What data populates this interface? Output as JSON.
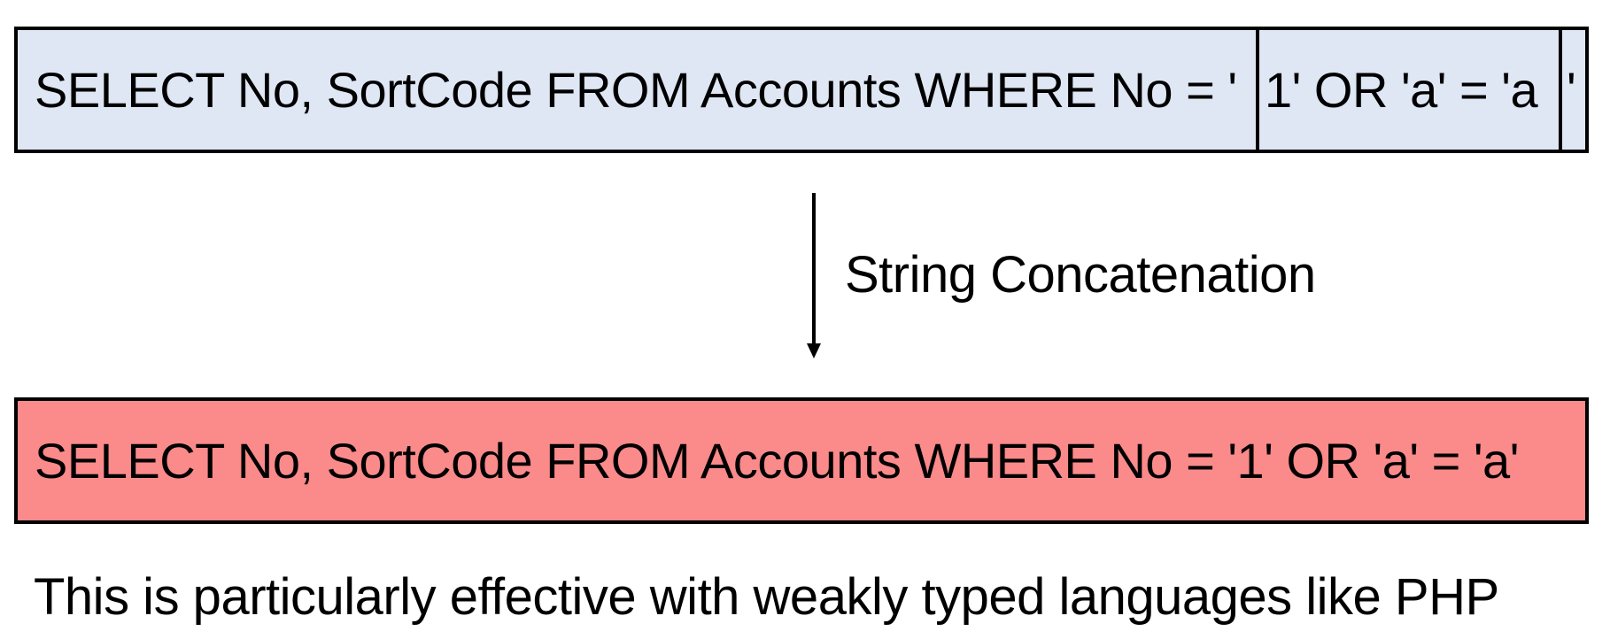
{
  "top_query": {
    "segments": [
      "SELECT No, SortCode FROM Accounts WHERE No = '",
      "1' OR 'a' = 'a",
      "'"
    ],
    "background_color": "#dfe6f4"
  },
  "arrow": {
    "label": "String Concatenation",
    "icon": "down-arrow-icon"
  },
  "result_query": {
    "text": "SELECT No, SortCode FROM Accounts WHERE No = '1' OR 'a' = 'a'",
    "background_color": "#fb8a8a"
  },
  "caption": "This is particularly effective with weakly typed languages like PHP"
}
